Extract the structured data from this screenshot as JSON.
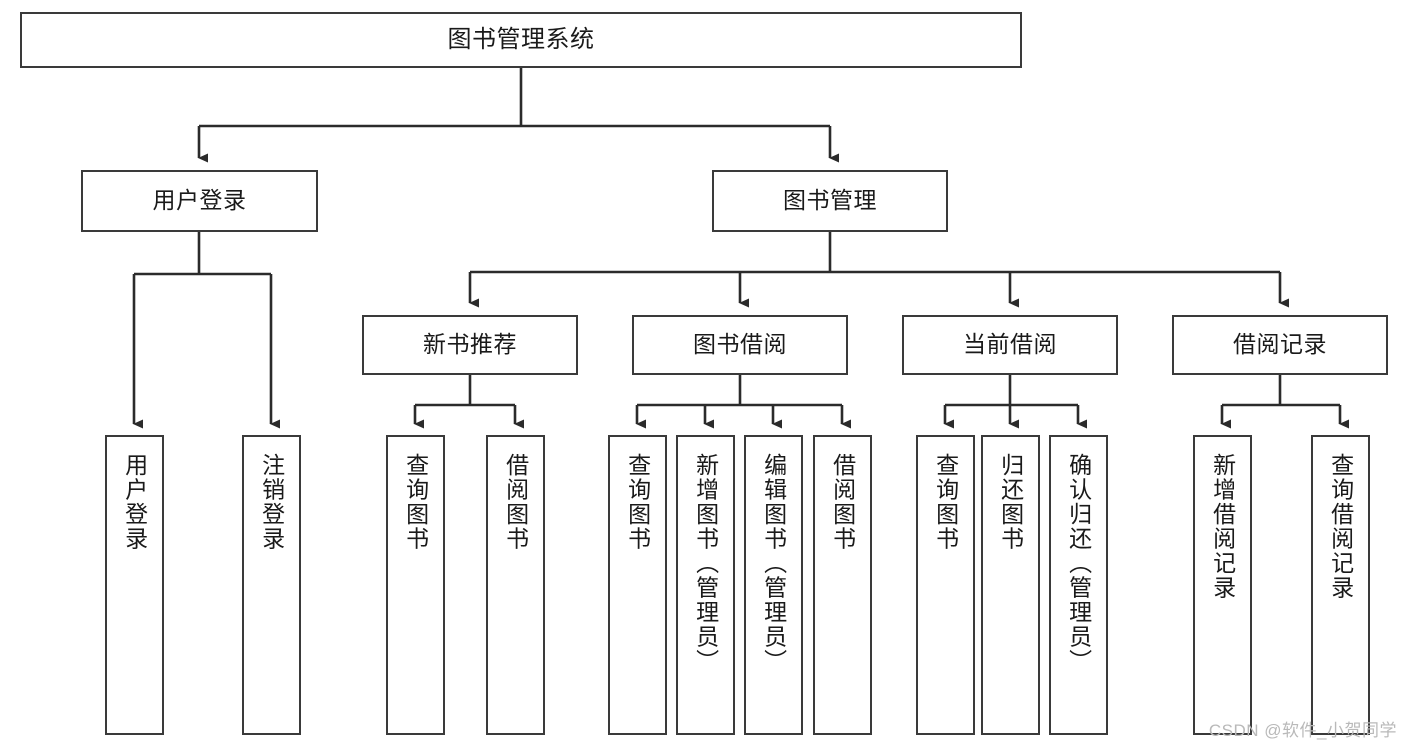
{
  "diagram": {
    "title": "图书管理系统",
    "type": "tree",
    "watermark": "CSDN @软件_小贺同学",
    "colors": {
      "border": "#3a3a3a",
      "background": "#ffffff",
      "text": "#1a1a1a",
      "connector": "#2b2b2b",
      "watermark": "#b9b9b9"
    },
    "root": {
      "label": "图书管理系统"
    },
    "level2": [
      {
        "label": "用户登录"
      },
      {
        "label": "图书管理"
      }
    ],
    "level3": [
      {
        "label": "新书推荐"
      },
      {
        "label": "图书借阅"
      },
      {
        "label": "当前借阅"
      },
      {
        "label": "借阅记录"
      }
    ],
    "leaves": {
      "user_login": [
        {
          "label": "用户登录"
        },
        {
          "label": "注销登录"
        }
      ],
      "new_book_recommend": [
        {
          "label": "查询图书"
        },
        {
          "label": "借阅图书"
        }
      ],
      "book_borrow": [
        {
          "label": "查询图书"
        },
        {
          "label": "新增图书（管理员）"
        },
        {
          "label": "编辑图书（管理员）"
        },
        {
          "label": "借阅图书"
        }
      ],
      "current_borrow": [
        {
          "label": "查询图书"
        },
        {
          "label": "归还图书"
        },
        {
          "label": "确认归还（管理员）"
        }
      ],
      "borrow_record": [
        {
          "label": "新增借阅记录"
        },
        {
          "label": "查询借阅记录"
        }
      ]
    }
  }
}
